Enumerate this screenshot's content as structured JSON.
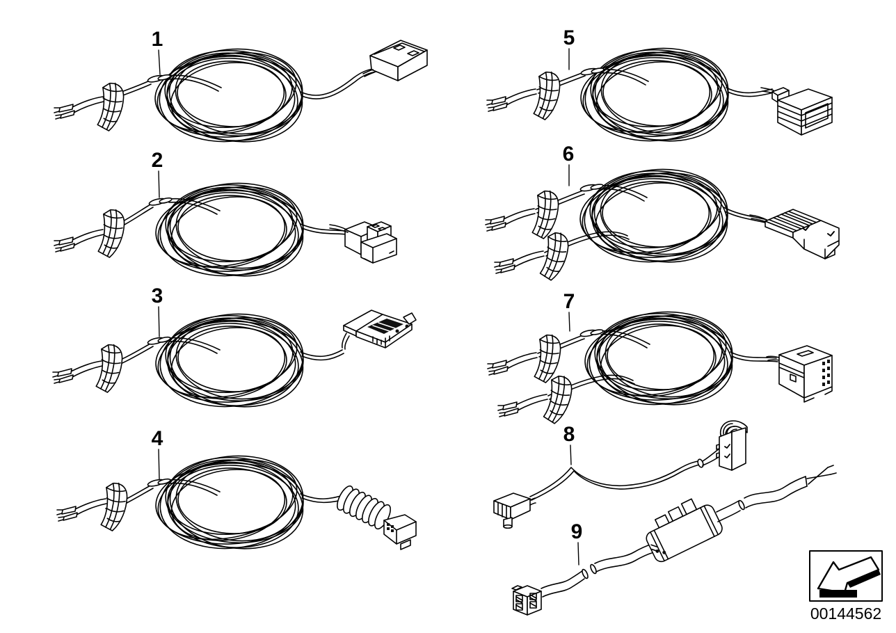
{
  "diagram": {
    "items": [
      {
        "label": "1"
      },
      {
        "label": "2"
      },
      {
        "label": "3"
      },
      {
        "label": "4"
      },
      {
        "label": "5"
      },
      {
        "label": "6"
      },
      {
        "label": "7"
      },
      {
        "label": "8"
      },
      {
        "label": "9"
      }
    ],
    "part_number": "00144562",
    "icons": {
      "footer_arrow": "page-direction-arrow-icon"
    },
    "colors": {
      "line": "#000000",
      "background": "#ffffff"
    }
  }
}
